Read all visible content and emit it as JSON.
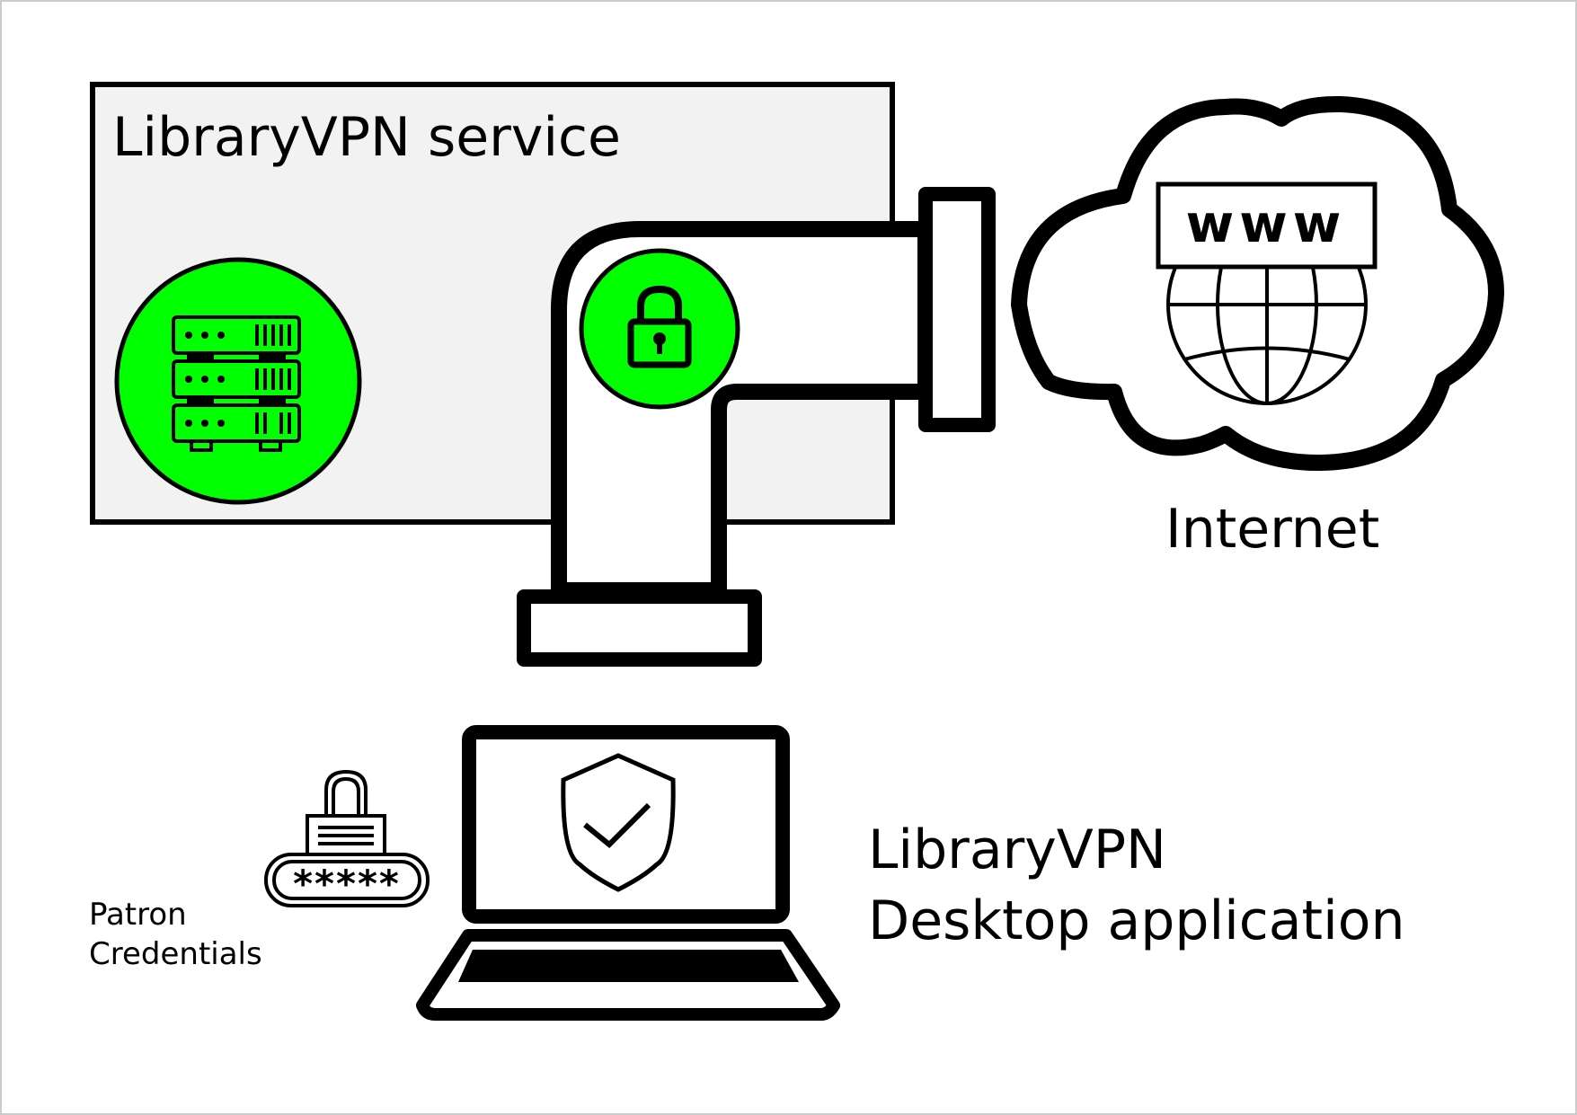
{
  "diagram": {
    "service_label": "LibraryVPN service",
    "internet_label": "Internet",
    "www_label": "www",
    "app_label_line1": "LibraryVPN",
    "app_label_line2": "Desktop application",
    "credentials_line1": "Patron",
    "credentials_line2": "Credentials",
    "password_mask": "*****"
  },
  "colors": {
    "accent_green": "#00ff00",
    "service_box_fill": "#f2f2f2",
    "stroke": "#000000",
    "background": "#ffffff"
  },
  "icons": [
    "server-rack-icon",
    "padlock-icon",
    "globe-icon",
    "cloud-icon",
    "laptop-icon",
    "shield-check-icon",
    "password-lock-icon"
  ]
}
